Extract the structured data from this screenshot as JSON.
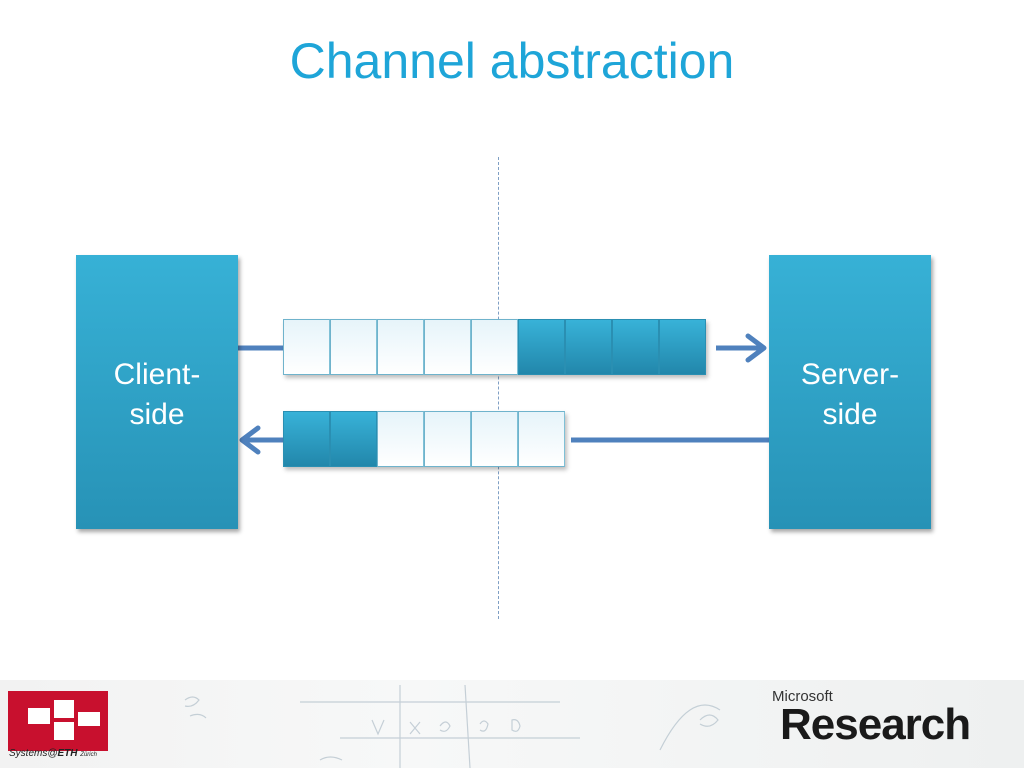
{
  "title": "Channel abstraction",
  "client": {
    "line1": "Client-",
    "line2": "side"
  },
  "server": {
    "line1": "Server-",
    "line2": "side"
  },
  "channels": {
    "client_to_server": {
      "cells": [
        "empty",
        "empty",
        "empty",
        "empty",
        "empty",
        "filled",
        "filled",
        "filled",
        "filled"
      ]
    },
    "server_to_client": {
      "cells": [
        "filled",
        "filled",
        "empty",
        "empty",
        "empty",
        "empty"
      ]
    }
  },
  "colors": {
    "title": "#1ea5d8",
    "node": "#2e9fc5",
    "arrow": "#4f81bd"
  },
  "footer": {
    "eth_prefix": "Systems@",
    "eth_name": "ETH",
    "eth_suffix": "Zürich",
    "ms_brand": "Microsoft",
    "ms_product": "Research"
  }
}
